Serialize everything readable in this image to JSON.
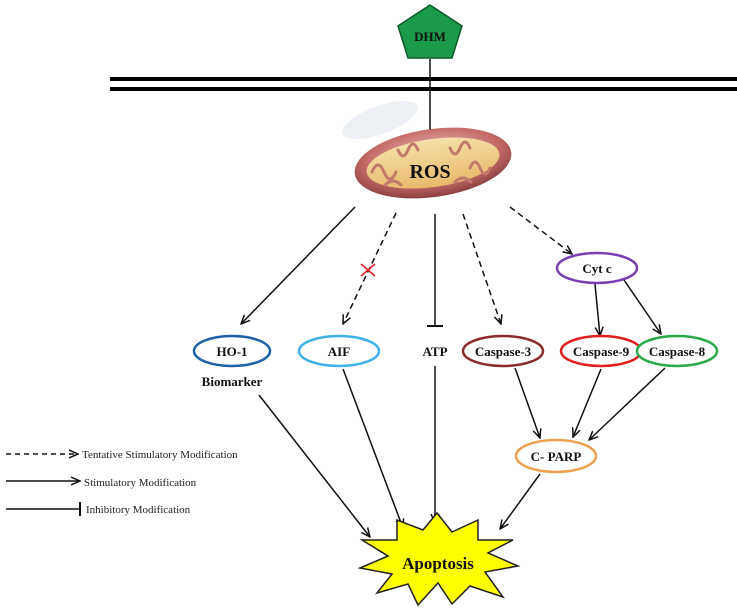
{
  "nodes": {
    "dhm": "DHM",
    "ros": "ROS",
    "ho1": "HO-1",
    "ho1_sub": "Biomarker",
    "aif": "AIF",
    "atp": "ATP",
    "casp3": "Caspase-3",
    "cytc": "Cyt c",
    "casp9": "Caspase-9",
    "casp8": "Caspase-8",
    "cparp": "C- PARP",
    "apoptosis": "Apoptosis"
  },
  "legend": {
    "tentative": "Tentative Stimulatory Modification",
    "stimulatory": "Stimulatory Modification",
    "inhibitory": "Inhibitory Modification"
  },
  "colors": {
    "dhm_fill": "#1a9a4a",
    "ho1_border": "#1f5fa8",
    "aif_border": "#3fb0e8",
    "casp3_border": "#8b2c2c",
    "cytc_border": "#7a3fb0",
    "casp9_border": "#e02020",
    "casp8_border": "#2aa84a",
    "cparp_border": "#f0a050",
    "apoptosis_fill": "#ffff00",
    "block_mark": "#e02020"
  }
}
